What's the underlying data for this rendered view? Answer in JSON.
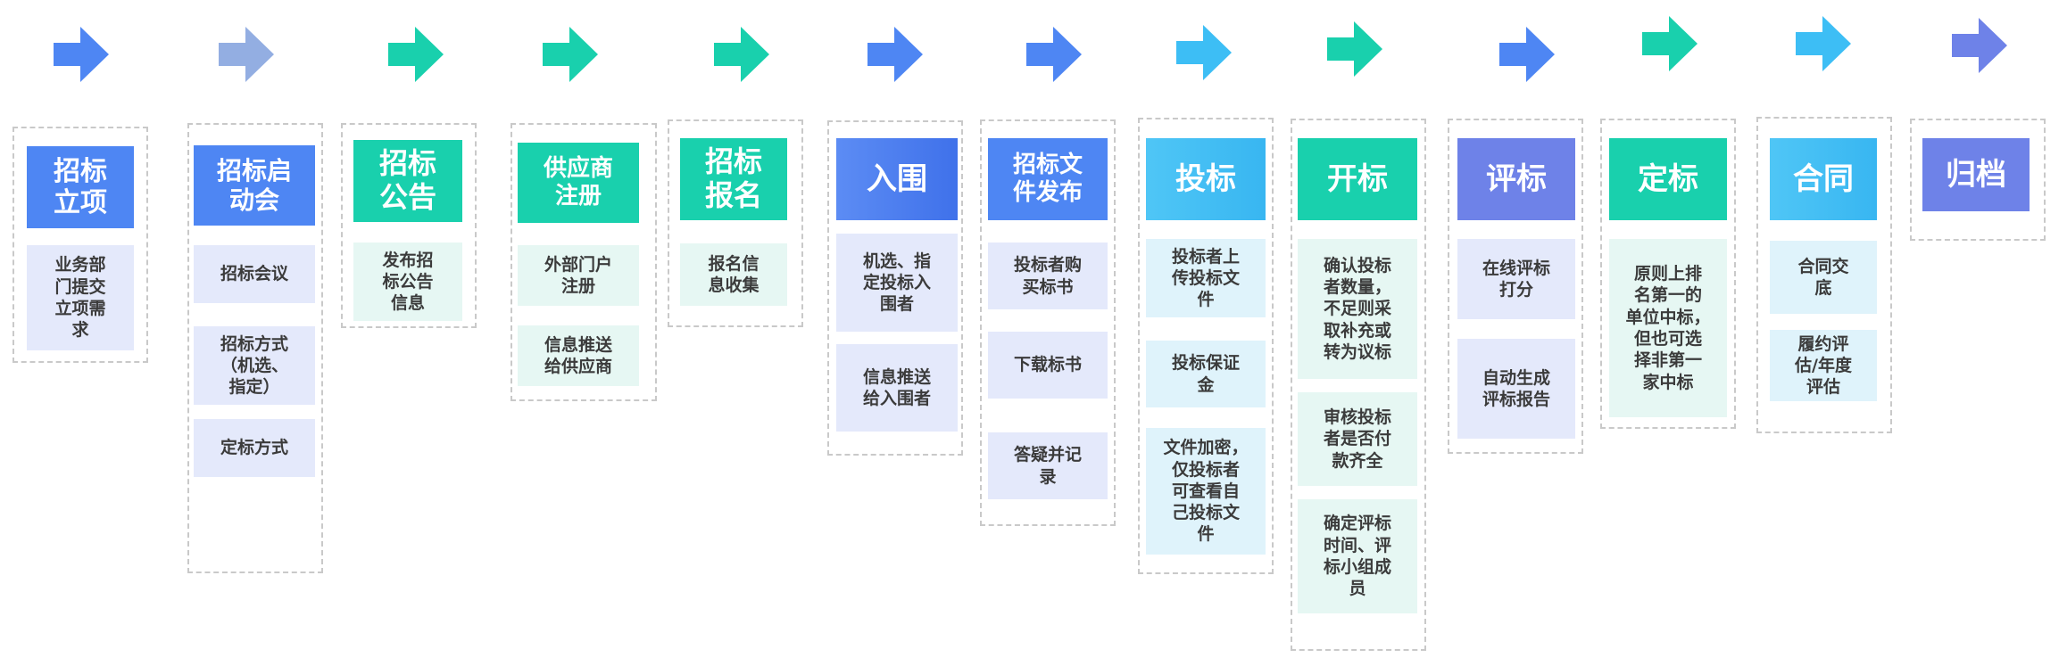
{
  "colors": {
    "blue": "#4e86f3",
    "blue_pale": "#93aee2",
    "teal": "#19d0ad",
    "cyan": "#3dbef5",
    "indigo": "#6e82e8",
    "item_blue_bg": "#e4e9fb",
    "item_teal_bg": "#e6f7f3",
    "item_cyan_bg": "#dff3fb"
  },
  "steps": [
    {
      "title": "招标\n立项",
      "icon": "right-arrow-icon",
      "items": [
        "业务部\n门提交\n立项需\n求"
      ]
    },
    {
      "title": "招标启\n动会",
      "icon": "right-arrow-icon",
      "items": [
        "招标会议",
        "招标方式\n（机选、\n指定）",
        "定标方式"
      ]
    },
    {
      "title": "招标\n公告",
      "icon": "right-arrow-icon",
      "items": [
        "发布招\n标公告\n信息"
      ]
    },
    {
      "title": "供应商\n注册",
      "icon": "right-arrow-icon",
      "items": [
        "外部门户\n注册",
        "信息推送\n给供应商"
      ]
    },
    {
      "title": "招标\n报名",
      "icon": "right-arrow-icon",
      "items": [
        "报名信\n息收集"
      ]
    },
    {
      "title": "入围",
      "icon": "right-arrow-icon",
      "items": [
        "机选、指\n定投标入\n围者",
        "信息推送\n给入围者"
      ]
    },
    {
      "title": "招标文\n件发布",
      "icon": "right-arrow-icon",
      "items": [
        "投标者购\n买标书",
        "下载标书",
        "答疑并记\n录"
      ]
    },
    {
      "title": "投标",
      "icon": "right-arrow-icon",
      "items": [
        "投标者上\n传投标文\n件",
        "投标保证\n金",
        "文件加密，\n仅投标者\n可查看自\n己投标文\n件"
      ]
    },
    {
      "title": "开标",
      "icon": "right-arrow-icon",
      "items": [
        "确认投标\n者数量，\n不足则采\n取补充或\n转为议标",
        "审核投标\n者是否付\n款齐全",
        "确定评标\n时间、评\n标小组成\n员"
      ]
    },
    {
      "title": "评标",
      "icon": "right-arrow-icon",
      "items": [
        "在线评标\n打分",
        "自动生成\n评标报告"
      ]
    },
    {
      "title": "定标",
      "icon": "right-arrow-icon",
      "items": [
        "原则上排\n名第一的\n单位中标，\n但也可选\n择非第一\n家中标"
      ]
    },
    {
      "title": "合同",
      "icon": "right-arrow-icon",
      "items": [
        "合同交\n底",
        "履约评\n估/年度\n评估"
      ]
    },
    {
      "title": "归档",
      "icon": "right-arrow-icon",
      "items": []
    }
  ]
}
